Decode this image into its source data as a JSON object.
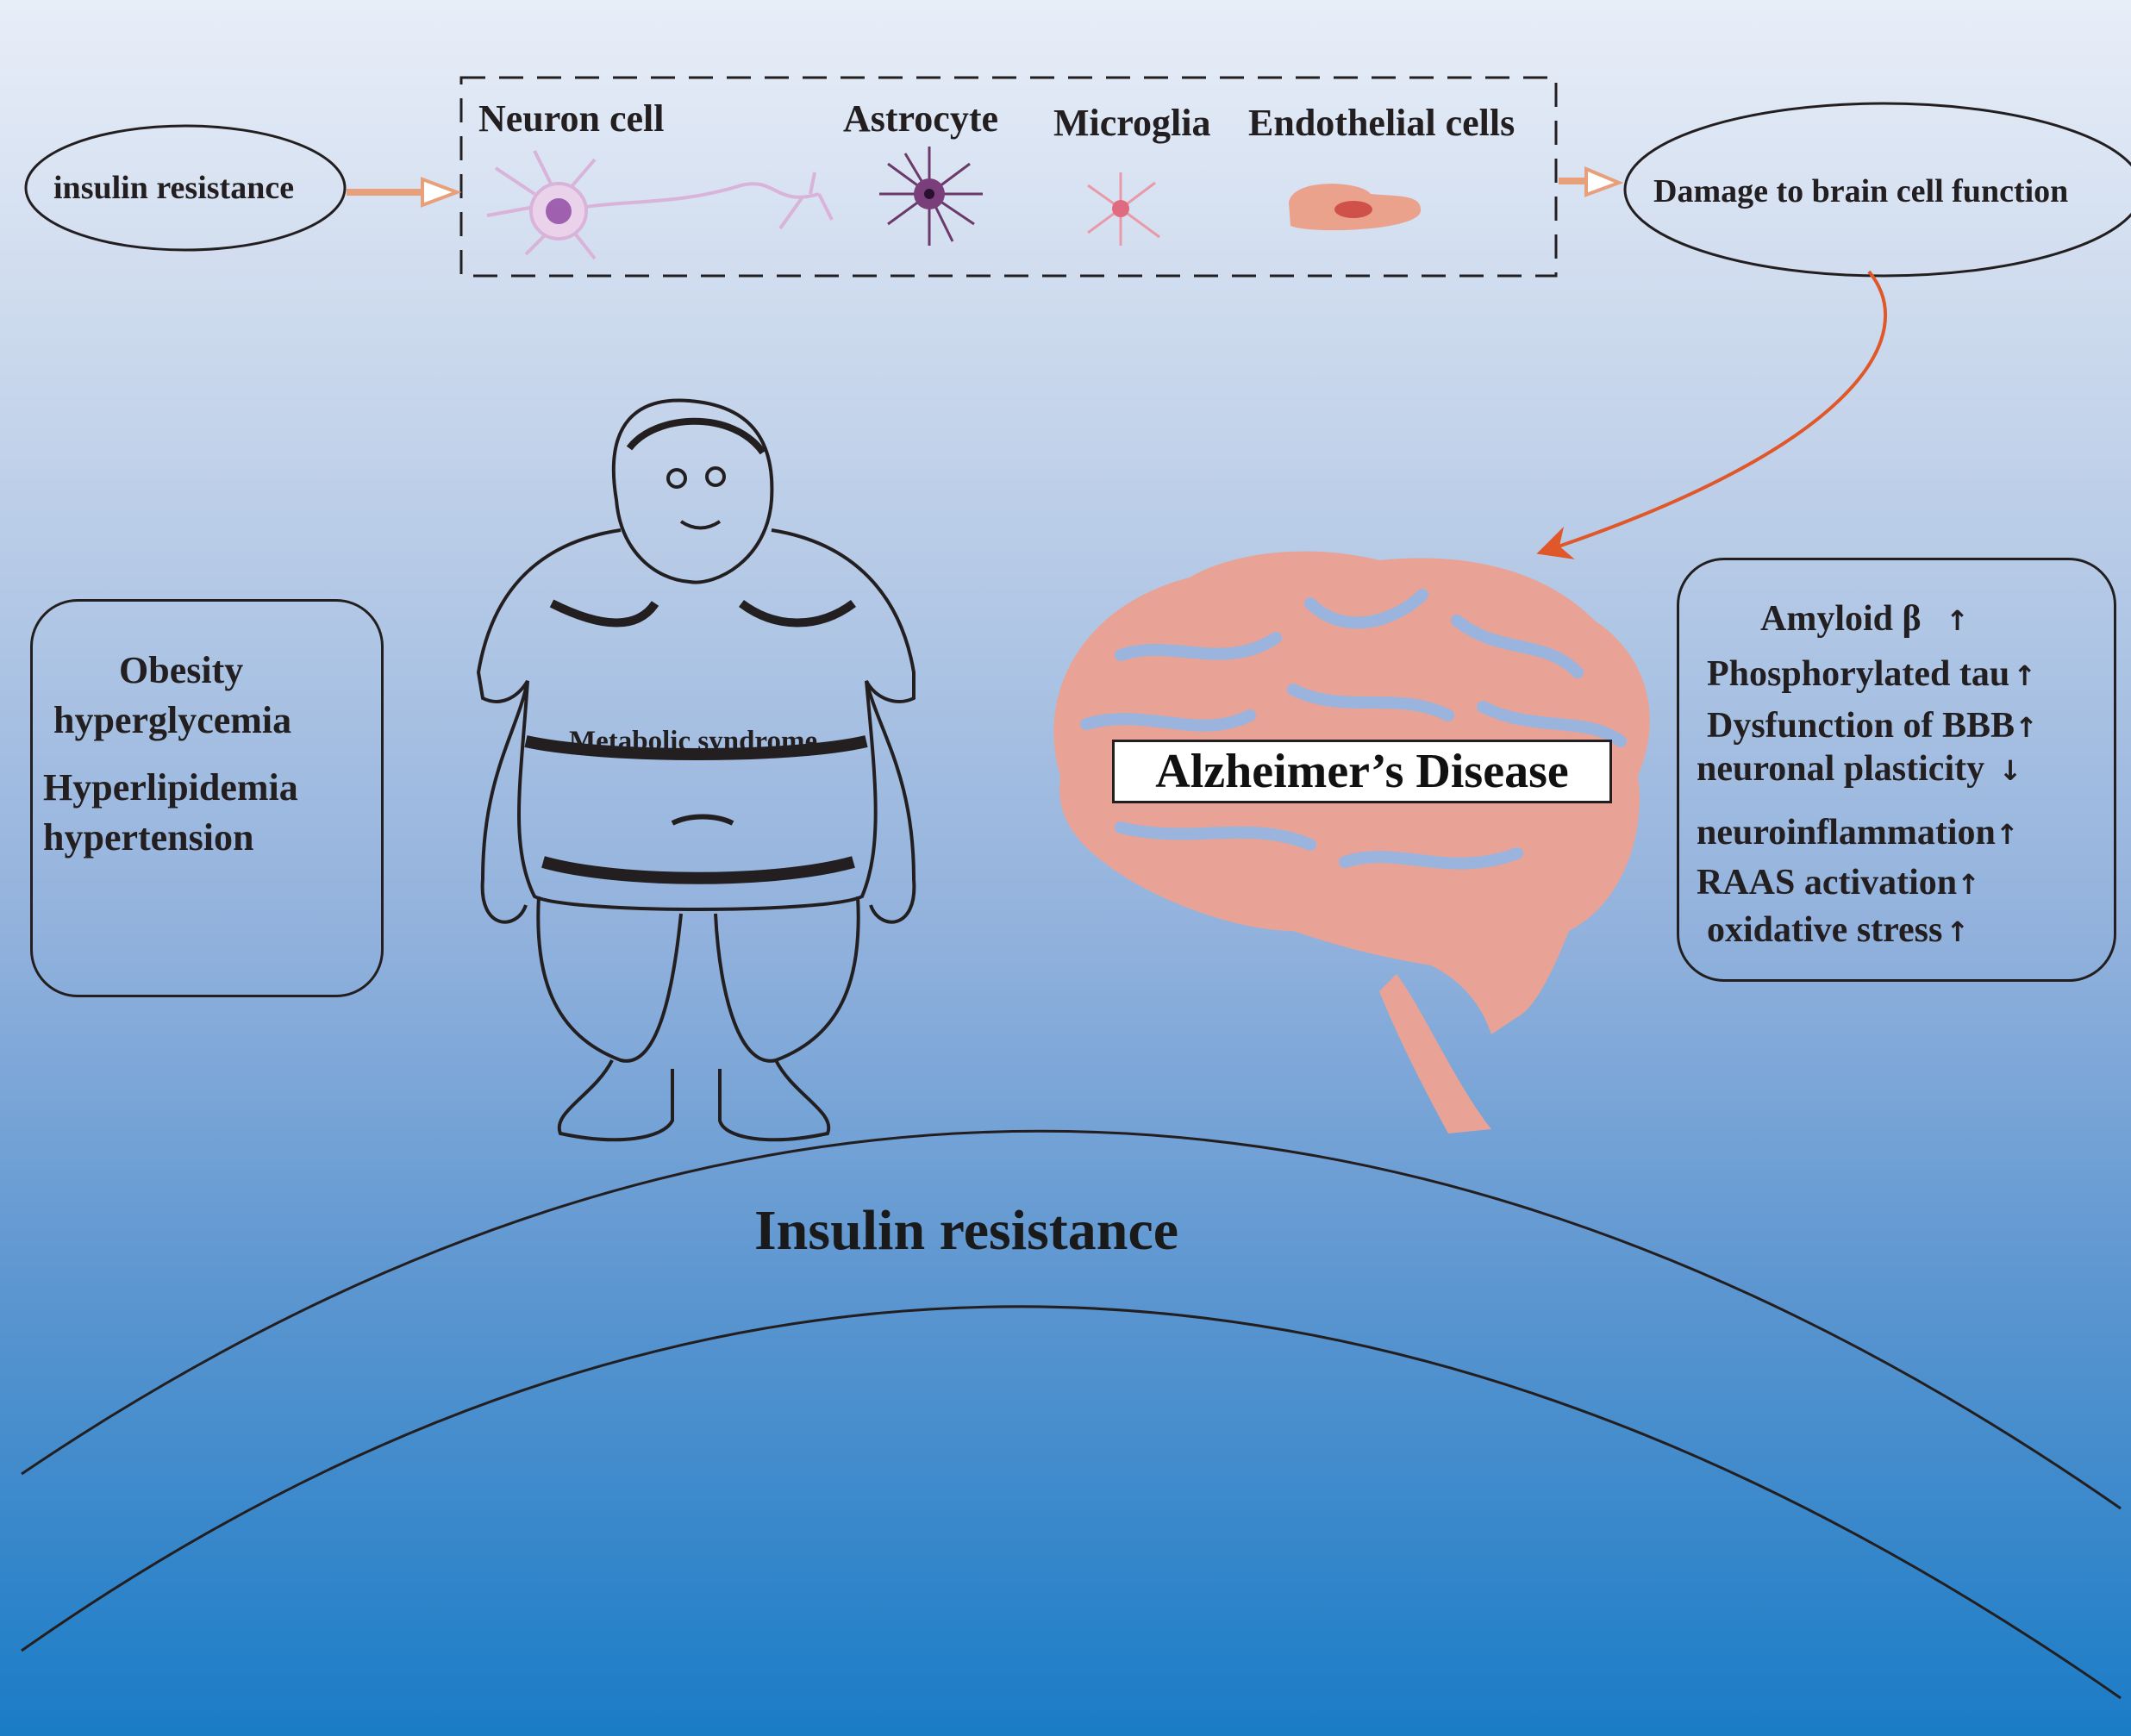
{
  "flow": {
    "start_label": "insulin resistance",
    "cell_types": [
      "Neuron cell",
      "Astrocyte",
      "Microglia",
      "Endothelial cells"
    ],
    "end_label": "Damage to brain cell function"
  },
  "left_box": {
    "items": [
      "Obesity",
      "hyperglycemia",
      "Hyperlipidemia",
      "hypertension"
    ]
  },
  "person": {
    "label": "Metabolic syndrome"
  },
  "brain": {
    "label": "Alzheimer’s Disease"
  },
  "right_box": {
    "items": [
      {
        "text": "Amyloid  β",
        "arrow": "↑"
      },
      {
        "text": "Phosphorylated tau",
        "arrow": "↑"
      },
      {
        "text": "Dysfunction of BBB",
        "arrow": "↑"
      },
      {
        "text": "neuronal plasticity",
        "arrow": "↓"
      },
      {
        "text": "neuroinflammation",
        "arrow": "↑"
      },
      {
        "text": "RAAS  activation",
        "arrow": "↑"
      },
      {
        "text": "oxidative stress",
        "arrow": "↑"
      }
    ]
  },
  "globe": {
    "label": "Insulin resistance"
  },
  "colors": {
    "arrow": "#e8a07a",
    "curve_arrow": "#e0582a",
    "brain": "#e8a396",
    "neuron": "#d9b3da",
    "astrocyte": "#6b3a6b",
    "microglia": "#e89aa8",
    "endothelial": "#e8a08a"
  }
}
